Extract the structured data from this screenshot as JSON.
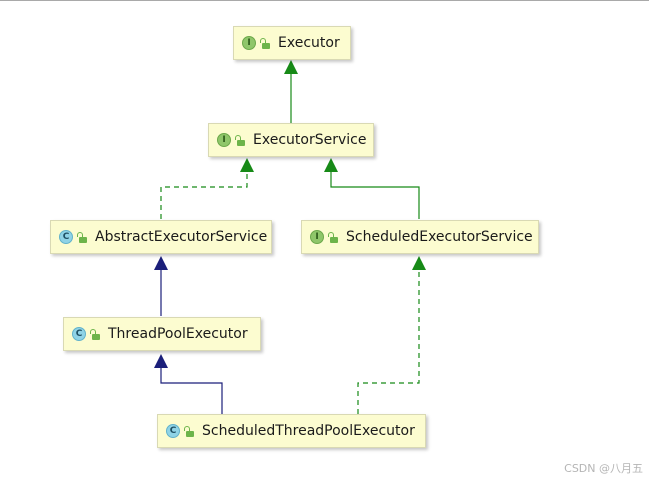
{
  "diagram": {
    "nodes": {
      "executor": {
        "label": "Executor",
        "kind": "I"
      },
      "executor_service": {
        "label": "ExecutorService",
        "kind": "I"
      },
      "abstract_executor_service": {
        "label": "AbstractExecutorService",
        "kind": "C"
      },
      "scheduled_executor_service": {
        "label": "ScheduledExecutorService",
        "kind": "I"
      },
      "thread_pool_executor": {
        "label": "ThreadPoolExecutor",
        "kind": "C"
      },
      "scheduled_thread_pool_executor": {
        "label": "ScheduledThreadPoolExecutor",
        "kind": "C"
      }
    },
    "edges": [
      {
        "from": "executor_service",
        "to": "executor",
        "relation": "extends"
      },
      {
        "from": "abstract_executor_service",
        "to": "executor_service",
        "relation": "implements"
      },
      {
        "from": "scheduled_executor_service",
        "to": "executor_service",
        "relation": "extends"
      },
      {
        "from": "thread_pool_executor",
        "to": "abstract_executor_service",
        "relation": "extends"
      },
      {
        "from": "scheduled_thread_pool_executor",
        "to": "thread_pool_executor",
        "relation": "extends"
      },
      {
        "from": "scheduled_thread_pool_executor",
        "to": "scheduled_executor_service",
        "relation": "implements"
      }
    ],
    "colors": {
      "interface_edge": "#178a17",
      "class_edge": "#1b1f7a",
      "node_fill": "#fcfcd0"
    }
  },
  "watermark": "CSDN @八月五"
}
